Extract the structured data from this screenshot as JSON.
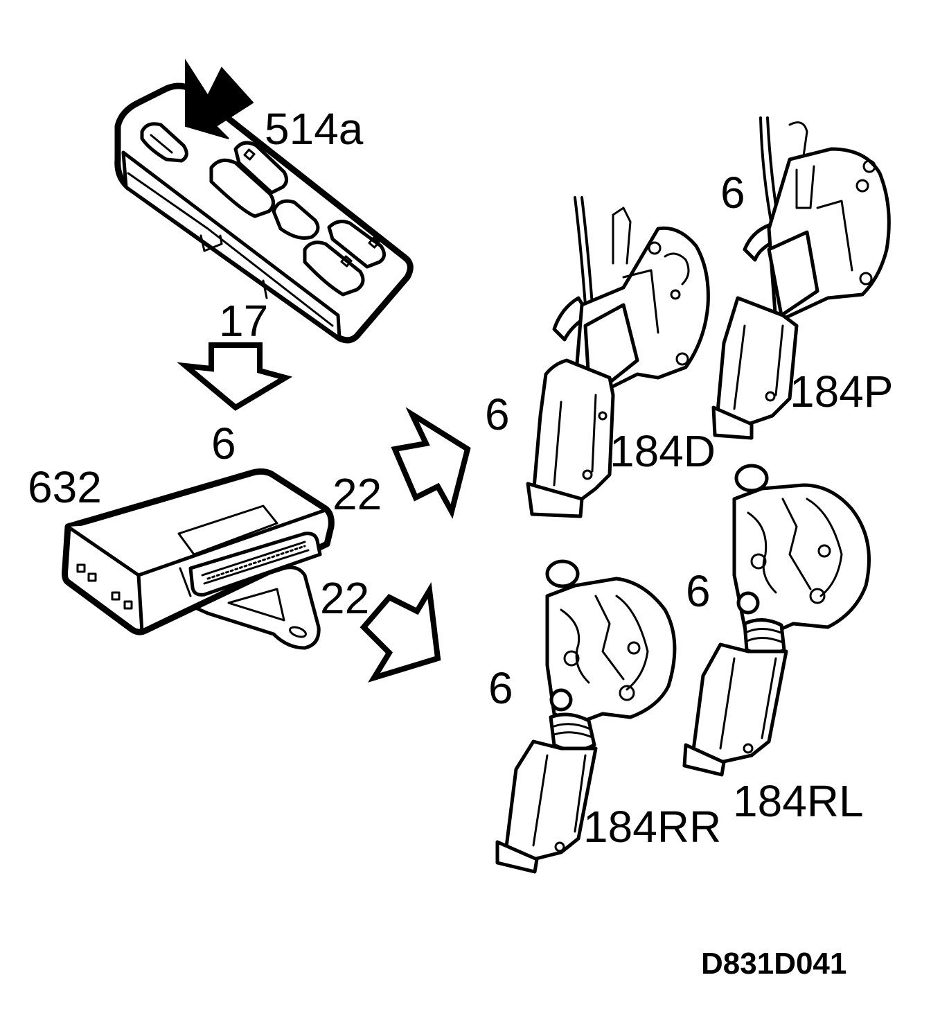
{
  "diagram": {
    "reference_code": "D831D041",
    "components": {
      "window_switch": "514a",
      "control_module": "632",
      "lock_front_driver": "184D",
      "lock_front_passenger": "184P",
      "lock_rear_right": "184RR",
      "lock_rear_left": "184RL"
    },
    "wire_labels": {
      "switch_to_module": "17",
      "module_top": "6",
      "module_out_upper": "22",
      "module_out_lower": "22",
      "lock_184D": "6",
      "lock_184P": "6",
      "lock_184RR": "6",
      "lock_184RL": "6"
    }
  },
  "colors": {
    "ink": "#000000",
    "paper": "#ffffff"
  }
}
